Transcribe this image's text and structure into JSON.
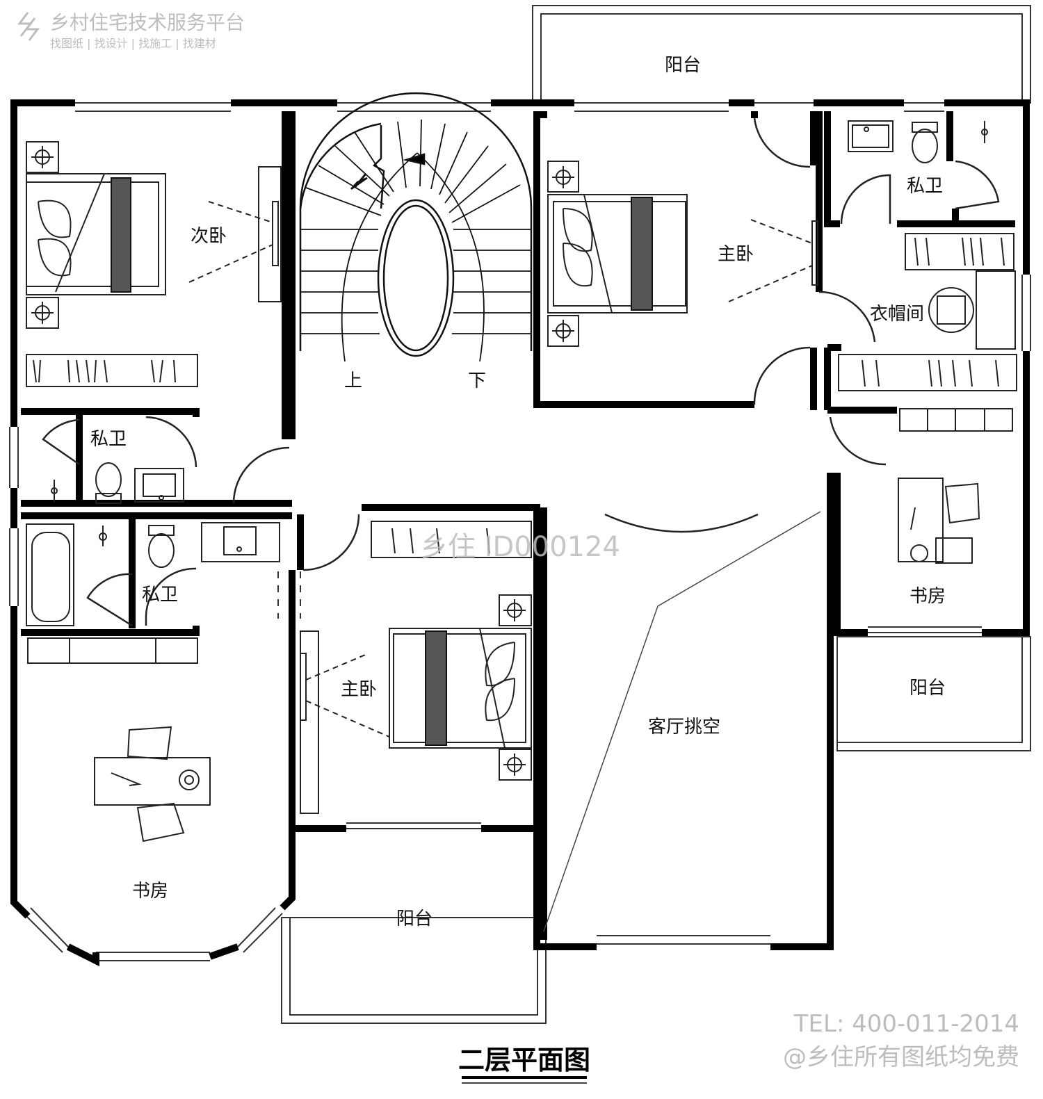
{
  "watermark": {
    "brand": "乡村住宅技术服务平台",
    "services": "找图纸 | 找设计 | 找施工 | 找建材",
    "plan_id": "乡住 ID000124",
    "tel": "TEL: 400-011-2014",
    "free_note": "@乡住所有图纸均免费"
  },
  "title": "二层平面图",
  "rooms": {
    "balcony_top": "阳台",
    "second_bedroom": "次卧",
    "master_bedroom_top": "主卧",
    "private_bath_top_right": "私卫",
    "walk_in_closet": "衣帽间",
    "private_bath_left_upper": "私卫",
    "private_bath_left_lower": "私卫",
    "stair_up": "上",
    "stair_down": "下",
    "master_bedroom_center": "主卧",
    "living_void": "客厅挑空",
    "study_right": "书房",
    "balcony_right": "阳台",
    "study_left": "书房",
    "balcony_bottom": "阳台"
  },
  "colors": {
    "wall": "#000000",
    "line": "#222222",
    "watermark": "#bdbdbd",
    "bed_stripe": "#555555"
  }
}
